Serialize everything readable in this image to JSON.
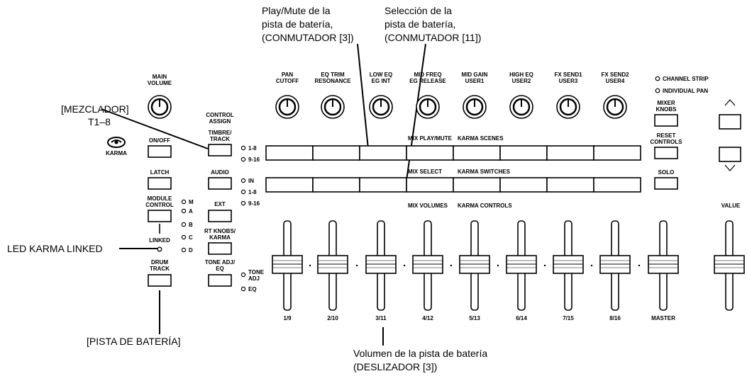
{
  "annotations": {
    "play_mute": [
      "Play/Mute de la",
      "pista de batería,",
      "(CONMUTADOR [3])"
    ],
    "selection": [
      "Selección de la",
      "pista de batería,",
      "(CONMUTADOR [11])"
    ],
    "mixer": [
      "[MEZCLADOR]",
      "T1–8"
    ],
    "led_karma_linked": "LED KARMA LINKED",
    "drum_track": "[PISTA DE BATERÍA]",
    "volume": [
      "Volumen de la pista de batería",
      "(DESLIZADOR [3])"
    ]
  },
  "panel": {
    "main_volume": [
      "MAIN",
      "VOLUME"
    ],
    "knob_labels": [
      [
        "PAN",
        "CUTOFF"
      ],
      [
        "EQ TRIM",
        "RESONANCE"
      ],
      [
        "LOW EQ",
        "EG INT"
      ],
      [
        "MID FREQ",
        "EG RELEASE"
      ],
      [
        "MID GAIN",
        "USER1"
      ],
      [
        "HIGH EQ",
        "USER2"
      ],
      [
        "FX SEND1",
        "USER3"
      ],
      [
        "FX SEND2",
        "USER4"
      ]
    ],
    "channel_strip": "CHANNEL STRIP",
    "individual_pan": "INDIVIDUAL PAN",
    "mixer_knobs": [
      "MIXER",
      "KNOBS"
    ],
    "reset_controls": [
      "RESET",
      "CONTROLS"
    ],
    "solo": "SOLO",
    "control_assign": [
      "CONTROL",
      "ASSIGN"
    ],
    "timbre_track": [
      "TIMBRE/",
      "TRACK"
    ],
    "audio": "AUDIO",
    "ext": "EXT",
    "rt_knobs": [
      "RT KNOBS/",
      "KARMA"
    ],
    "tone_adj_eq": [
      "TONE ADJ/",
      "EQ"
    ],
    "led_1_8_top": "1-8",
    "led_9_16_top": "9-16",
    "led_in": "IN",
    "led_1_8": "1-8",
    "led_9_16": "9-16",
    "led_tone_adj": [
      "TONE",
      "ADJ"
    ],
    "led_eq": "EQ",
    "karma_logo": "KARMA",
    "on_off": "ON/OFF",
    "latch": "LATCH",
    "module_control": [
      "MODULE",
      "CONTROL"
    ],
    "module_leds": [
      "M",
      "A",
      "B",
      "C",
      "D"
    ],
    "linked": "LINKED",
    "drum_track": [
      "DRUM",
      "TRACK"
    ],
    "row1_labels": [
      "MIX PLAY/MUTE",
      "KARMA SCENES"
    ],
    "row2_labels": [
      "MIX SELECT",
      "KARMA SWITCHES"
    ],
    "row3_labels": [
      "MIX VOLUMES",
      "KARMA CONTROLS"
    ],
    "value": "VALUE",
    "slider_labels": [
      "1/9",
      "2/10",
      "3/11",
      "4/12",
      "5/13",
      "6/14",
      "7/15",
      "8/16",
      "MASTER"
    ]
  }
}
